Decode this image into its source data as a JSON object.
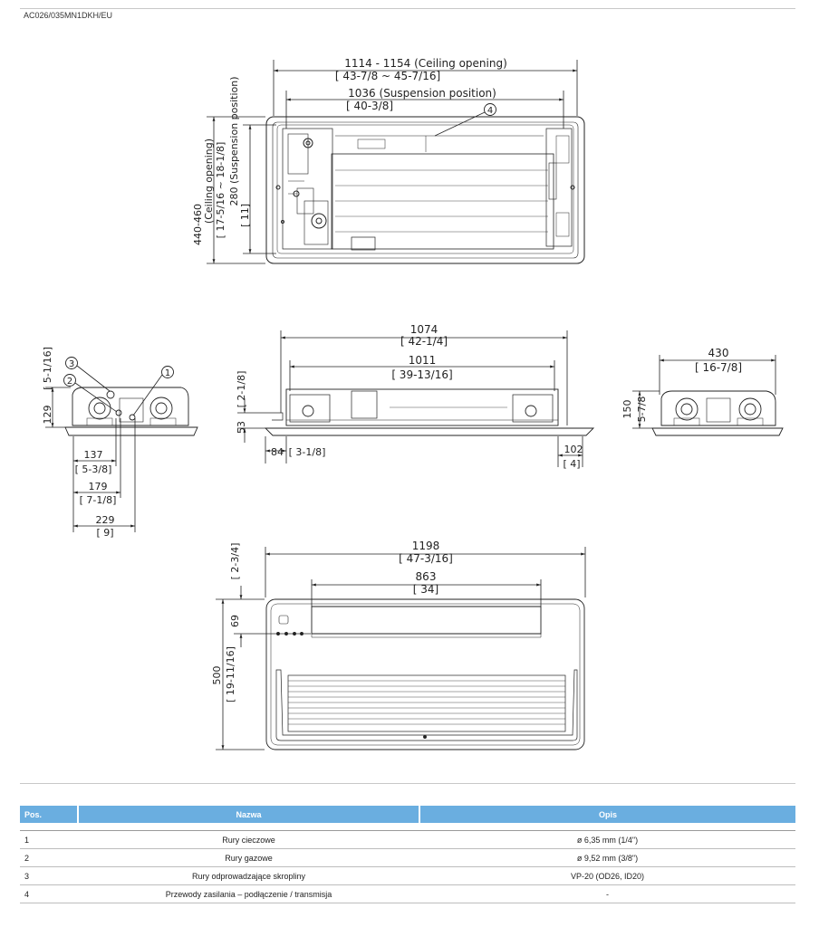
{
  "header": {
    "model": "AC026/035MN1DKH/EU"
  },
  "top_view": {
    "dims": {
      "ceiling_w": "1114 - 1154 (Ceiling opening)",
      "ceiling_w_in": "[ 43-7/8 ~ 45-7/16]",
      "susp_w": "1036 (Suspension position)",
      "susp_w_in": "[ 40-3/8]",
      "ceiling_h": "440-460",
      "ceiling_h_label": "(Ceiling opening)",
      "ceiling_h_in": "[ 17-5/16 ~ 18-1/8]",
      "susp_h": "280 (Suspension position)",
      "susp_h_in": "[ 11]"
    },
    "callout4": "4"
  },
  "side_left": {
    "callouts": [
      "3",
      "2",
      "1"
    ],
    "dims": {
      "h": "129",
      "h_in": "[ 5-1/16]",
      "d1": "137",
      "d1_in": "[ 5-3/8]",
      "d2": "179",
      "d2_in": "[ 7-1/8]",
      "d3": "229",
      "d3_in": "[ 9]"
    }
  },
  "front_view": {
    "dims": {
      "w1": "1074",
      "w1_in": "[ 42-1/4]",
      "w2": "1011",
      "w2_in": "[ 39-13/16]",
      "h": "53",
      "h_in": "[ 2-1/8]",
      "l": "84",
      "l_in": "[ 3-1/8]",
      "r": "102",
      "r_in": "[ 4]"
    }
  },
  "side_right": {
    "dims": {
      "w": "430",
      "w_in": "[ 16-7/8]",
      "h": "150",
      "h_in": "5-7/8"
    }
  },
  "bottom_view": {
    "dims": {
      "w": "1198",
      "w_in": "[ 47-3/16]",
      "w2": "863",
      "w2_in": "[ 34]",
      "h": "500",
      "h_in": "[ 19-11/16]",
      "t": "69",
      "t_in": "[ 2-3/4]"
    }
  },
  "table": {
    "headers": [
      "Pos.",
      "Nazwa",
      "Opis"
    ],
    "rows": [
      [
        "1",
        "Rury cieczowe",
        "ø 6,35 mm (1/4\")"
      ],
      [
        "2",
        "Rury gazowe",
        "ø 9,52 mm (3/8\")"
      ],
      [
        "3",
        "Rury odprowadzające skropliny",
        "VP-20 (OD26, ID20)"
      ],
      [
        "4",
        "Przewody zasilania – podłączenie / transmisja",
        "-"
      ]
    ]
  }
}
